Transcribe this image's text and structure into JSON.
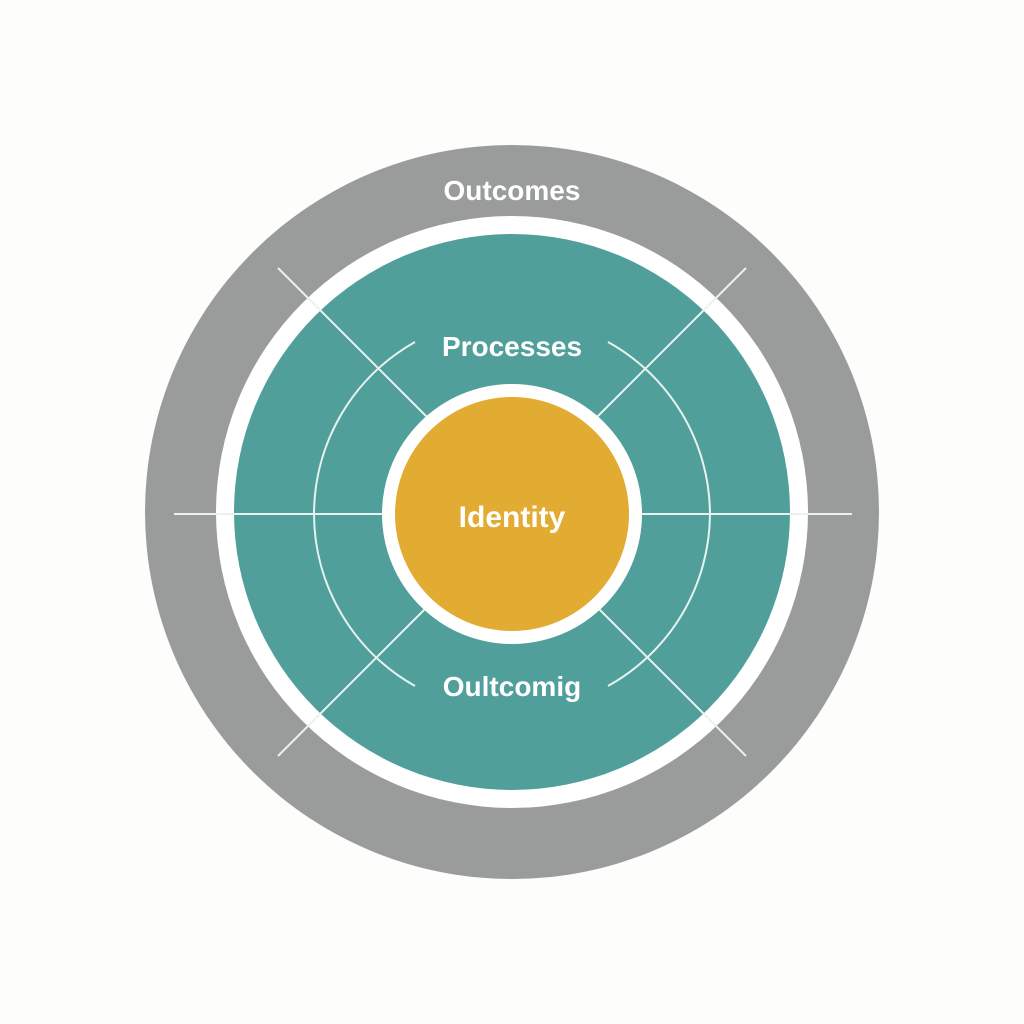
{
  "diagram": {
    "outer_ring_label": "Outcomes",
    "middle_ring_top_label": "Processes",
    "middle_ring_bottom_label": "Oultcomig",
    "core_label": "Identity"
  },
  "colors": {
    "background": "#fdfdfc",
    "outer_ring": "#9a9b9b",
    "middle_ring": "#519f9a",
    "core": "#e2ab32",
    "separator": "#ffffff",
    "divider_lines": "#e8f3f1"
  }
}
